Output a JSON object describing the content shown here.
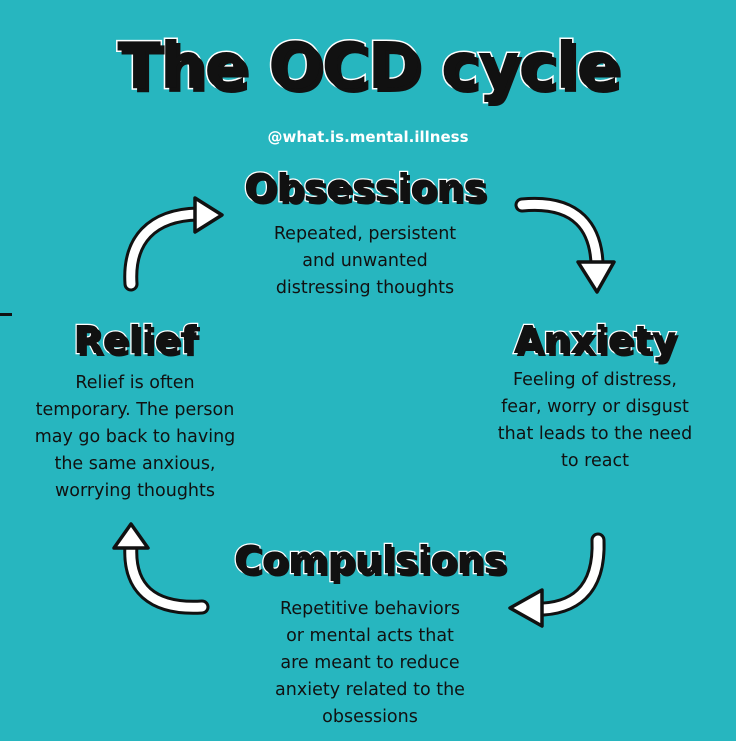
{
  "title": "The OCD cycle",
  "handle": "@what.is.mental.illness",
  "stages": {
    "obsessions": {
      "title": "Obsessions",
      "lines": [
        "Repeated, persistent",
        "and unwanted",
        "distressing thoughts"
      ]
    },
    "anxiety": {
      "title": "Anxiety",
      "lines": [
        "Feeling of distress,",
        "fear, worry or disgust",
        "that leads to the need",
        "to react"
      ]
    },
    "compulsions": {
      "title": "Compulsions",
      "lines": [
        "Repetitive behaviors",
        "or mental acts that",
        "are meant to reduce",
        "anxiety related to the",
        "obsessions"
      ]
    },
    "relief": {
      "title": "Relief",
      "lines": [
        "Relief is often",
        "temporary. The person",
        "may go back to having",
        "the same anxious,",
        "worrying thoughts"
      ]
    }
  },
  "colors": {
    "background": "#27b6bf",
    "text": "#111111",
    "outline": "#ffffff"
  },
  "icons": [
    "cycle-arrow-icon"
  ]
}
